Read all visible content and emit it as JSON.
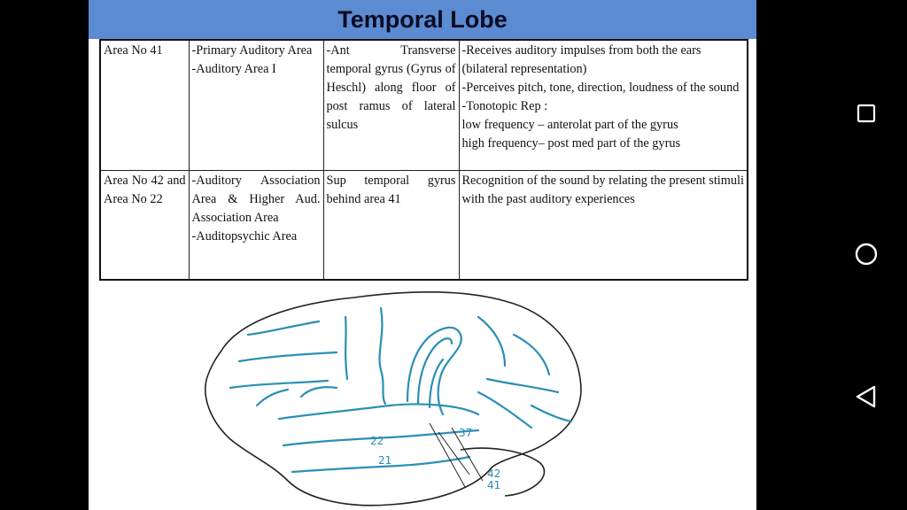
{
  "slide": {
    "title": "Temporal Lobe",
    "rows": [
      {
        "area": "Area No 41",
        "name": "-Primary Auditory Area\n-Auditory Area I",
        "location": "-Ant Transverse temporal gyrus (Gyrus of Heschl) along floor of post ramus of lateral sulcus",
        "function": "-Receives auditory impulses from both the ears (bilateral representation)\n-Perceives pitch, tone, direction, loudness of the sound\n-Tonotopic Rep :\nlow frequency – anterolat part of the gyrus\nhigh frequency– post med part of the gyrus"
      },
      {
        "area": "Area No 42 and Area No 22",
        "name": "-Auditory Association Area & Higher Aud. Association Area\n-Auditopsychic Area",
        "location": "Sup temporal gyrus behind area 41",
        "function": "Recognition of the sound by relating the present stimuli with the past auditory experiences"
      }
    ],
    "figure_labels": {
      "a22": "22",
      "a21": "21",
      "a37": "37",
      "a42": "42",
      "a41": "41"
    }
  },
  "navbar": {
    "icons": [
      "recents-square-icon",
      "home-circle-icon",
      "back-triangle-icon"
    ]
  }
}
